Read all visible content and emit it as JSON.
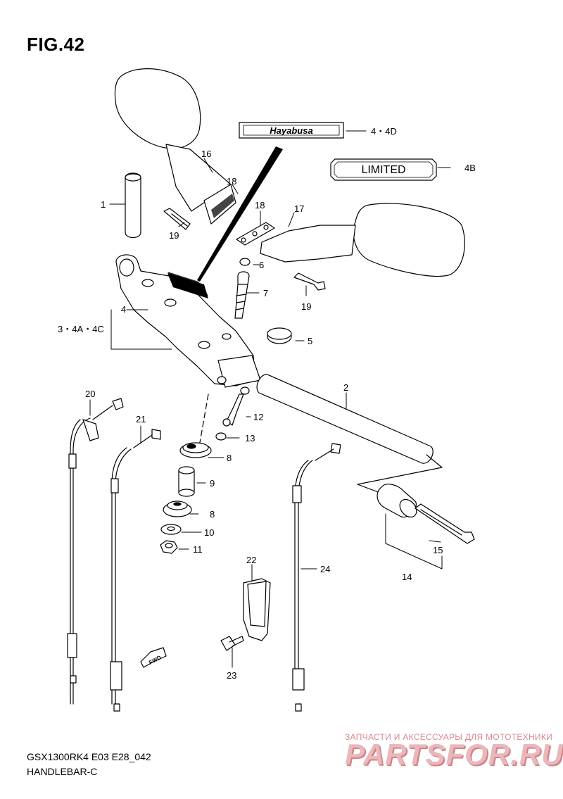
{
  "header": {
    "title": "FIG.42"
  },
  "badges": {
    "hayabusa": "Hayabusa",
    "limited": "LIMITED"
  },
  "callouts": [
    {
      "id": "c1",
      "text": "1"
    },
    {
      "id": "c2",
      "text": "2"
    },
    {
      "id": "c3",
      "text": "3・4A・4C"
    },
    {
      "id": "c4",
      "text": "4"
    },
    {
      "id": "c4b",
      "text": "4B"
    },
    {
      "id": "c4d",
      "text": "4・4D"
    },
    {
      "id": "c5",
      "text": "5"
    },
    {
      "id": "c6",
      "text": "6"
    },
    {
      "id": "c7",
      "text": "7"
    },
    {
      "id": "c8a",
      "text": "8"
    },
    {
      "id": "c8b",
      "text": "8"
    },
    {
      "id": "c9",
      "text": "9"
    },
    {
      "id": "c10",
      "text": "10"
    },
    {
      "id": "c11",
      "text": "11"
    },
    {
      "id": "c12",
      "text": "12"
    },
    {
      "id": "c13",
      "text": "13"
    },
    {
      "id": "c14",
      "text": "14"
    },
    {
      "id": "c15",
      "text": "15"
    },
    {
      "id": "c16",
      "text": "16"
    },
    {
      "id": "c17",
      "text": "17"
    },
    {
      "id": "c18a",
      "text": "18"
    },
    {
      "id": "c18b",
      "text": "18"
    },
    {
      "id": "c19a",
      "text": "19"
    },
    {
      "id": "c19b",
      "text": "19"
    },
    {
      "id": "c20",
      "text": "20"
    },
    {
      "id": "c21",
      "text": "21"
    },
    {
      "id": "c22",
      "text": "22"
    },
    {
      "id": "c23",
      "text": "23"
    },
    {
      "id": "c24",
      "text": "24"
    }
  ],
  "fwd": "FWD",
  "footer": {
    "model": "GSX1300RK4 E03 E28_042",
    "section": "HANDLEBAR-C"
  },
  "watermark": {
    "tagline": "ЗАПЧАСТИ И АКСЕССУАРЫ ДЛЯ МОТОТЕХНИКИ",
    "brand": "PARTSFOR.RU"
  }
}
